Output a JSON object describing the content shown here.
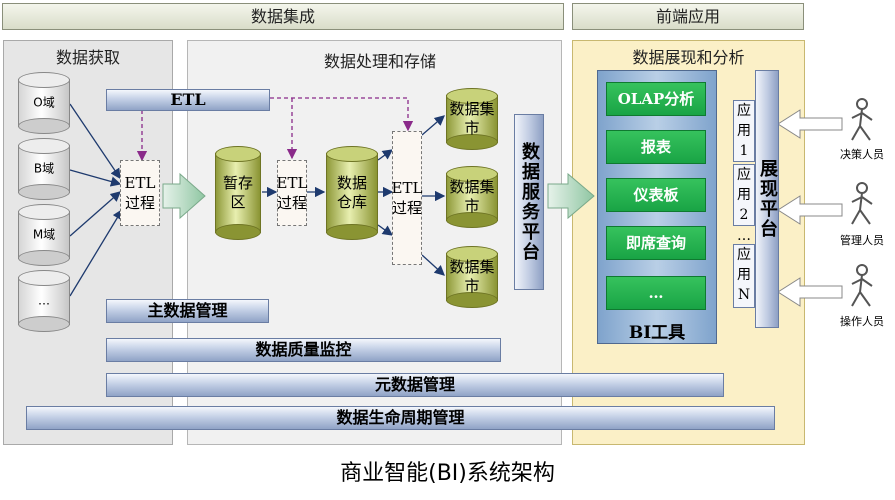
{
  "headers": {
    "data_integration": "数据集成",
    "frontend_apps": "前端应用"
  },
  "acquisition": {
    "title": "数据获取",
    "sources": [
      "O域",
      "B域",
      "M域",
      "…"
    ]
  },
  "processing": {
    "title": "数据处理和存储",
    "etl_bar": "ETL",
    "etl1": "ETL\n过程",
    "staging": "暂存\n区",
    "etl2": "ETL\n过程",
    "warehouse": "数据\n仓库",
    "etl3": "ETL\n过程",
    "marts": [
      "数据集\n市",
      "数据集\n市",
      "数据集\n市"
    ],
    "service_platform": "数据服务平台"
  },
  "bi": {
    "title": "数据展现和分析",
    "tools": [
      "OLAP分析",
      "报表",
      "仪表板",
      "即席查询",
      "…"
    ],
    "tools_label": "BI工具",
    "apps": [
      "应\n用\n1",
      "应\n用\n2",
      "…",
      "应\n用\nN"
    ],
    "presentation_platform": "展现平台"
  },
  "users": [
    "决策人员",
    "管理人员",
    "操作人员"
  ],
  "management_bars": {
    "master": "主数据管理",
    "quality": "数据质量监控",
    "metadata": "元数据管理",
    "lifecycle": "数据生命周期管理"
  },
  "caption": "商业智能(BI)系统架构",
  "colors": {
    "panel_yellow": "#fbf0c7",
    "bar_blue": "#c4d0e6",
    "olive": "#a9b24a",
    "green": "#19a445"
  }
}
